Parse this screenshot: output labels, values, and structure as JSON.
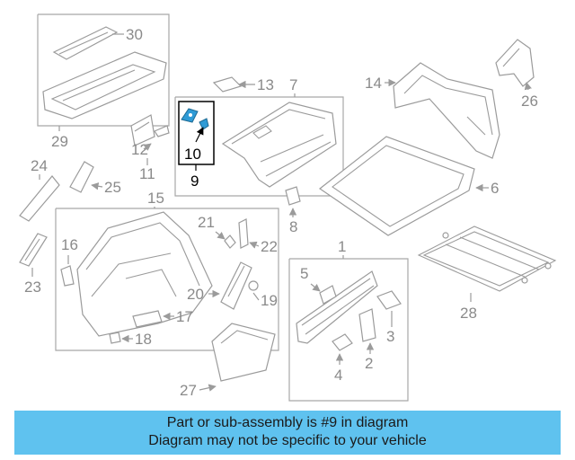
{
  "diagram": {
    "callouts": {
      "c1": "1",
      "c2": "2",
      "c3": "3",
      "c4": "4",
      "c5": "5",
      "c6": "6",
      "c7": "7",
      "c8": "8",
      "c9": "9",
      "c10": "10",
      "c11": "11",
      "c12": "12",
      "c13": "13",
      "c14": "14",
      "c15": "15",
      "c16": "16",
      "c17": "17",
      "c18": "18",
      "c19": "19",
      "c20": "20",
      "c21": "21",
      "c22": "22",
      "c23": "23",
      "c24": "24",
      "c25": "25",
      "c26": "26",
      "c27": "27",
      "c28": "28",
      "c29": "29",
      "c30": "30"
    },
    "highlight_color": "#2f9bd6",
    "banner_color": "#5fc2ef"
  },
  "banner": {
    "line1": "Part or sub-assembly is #9 in diagram",
    "line2": "Diagram may not be specific to your vehicle"
  }
}
